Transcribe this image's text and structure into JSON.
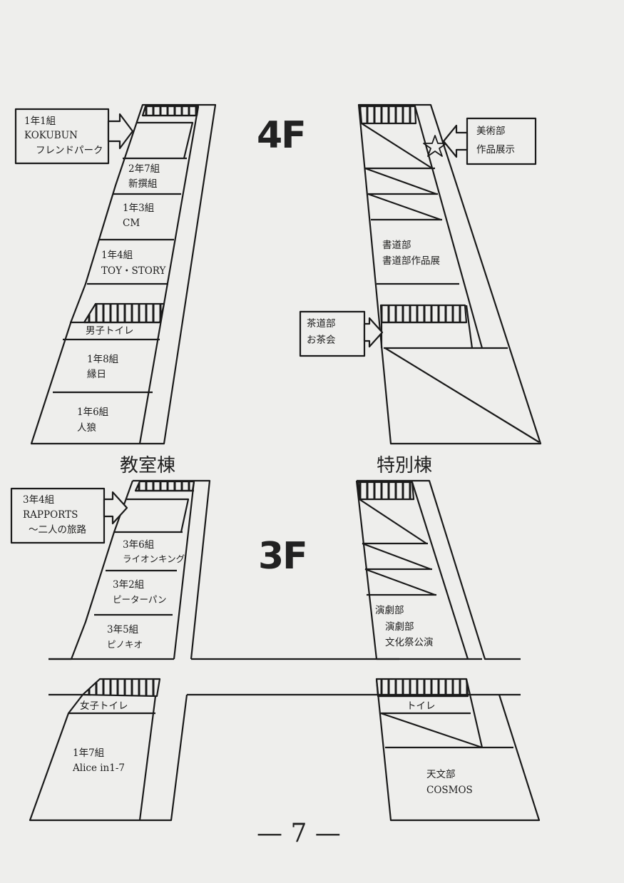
{
  "floors": {
    "f4": "4F",
    "f3": "3F"
  },
  "buildings": {
    "classroom": "教室棟",
    "special": "特別棟"
  },
  "callouts": {
    "k1_1": [
      "1年1組",
      "KOKUBUN",
      "フレンドパーク"
    ],
    "art": [
      "美術部",
      "作品展示"
    ],
    "tea": [
      "茶道部",
      "お茶会"
    ],
    "k3_4": [
      "3年4組",
      "RAPPORTS",
      "〜二人の旅路"
    ]
  },
  "rooms4f": {
    "r2_7": [
      "2年7組",
      "新撰組"
    ],
    "r1_3": [
      "1年3組",
      "CM"
    ],
    "r1_4": [
      "1年4組",
      "TOY・STORY"
    ],
    "toilet_m": "男子トイレ",
    "r1_8": [
      "1年8組",
      "縁日"
    ],
    "r1_6": [
      "1年6組",
      "人狼"
    ],
    "shodo": [
      "書道部",
      "書道部作品展"
    ]
  },
  "rooms3f": {
    "r3_6": [
      "3年6組",
      "ライオンキング"
    ],
    "r3_2": [
      "3年2組",
      "ピーターパン"
    ],
    "r3_5": [
      "3年5組",
      "ピノキオ"
    ],
    "toilet_f": "女子トイレ",
    "r1_7": [
      "1年7組",
      "Alice in1-7"
    ],
    "drama": [
      "演劇部",
      "演劇部",
      "文化祭公演"
    ],
    "toilet": "トイレ",
    "astro": [
      "天文部",
      "COSMOS"
    ]
  },
  "page_number": "— 7 —"
}
